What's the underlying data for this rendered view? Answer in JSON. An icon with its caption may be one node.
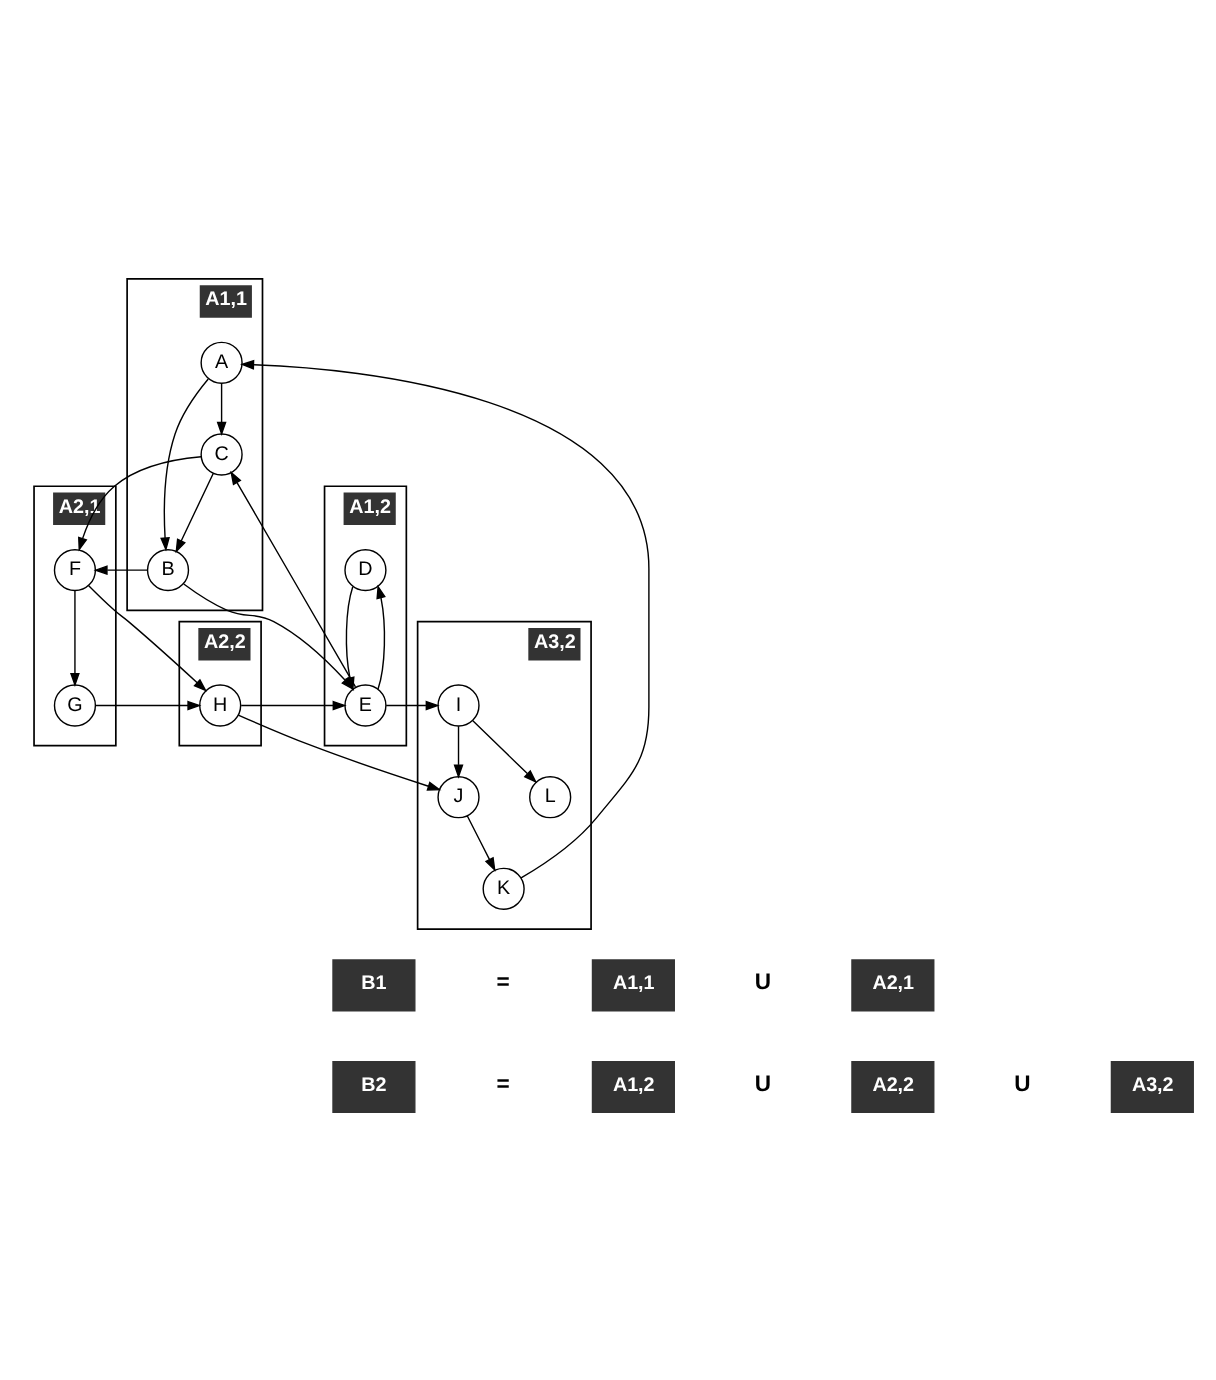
{
  "diagram": {
    "nodes": [
      {
        "text": [
          "A1,1"
        ]
      },
      {
        "text": [
          "A"
        ],
        "in": 0
      },
      {
        "text": [
          "B"
        ],
        "in": 0
      },
      {
        "text": [
          "C"
        ],
        "in": 0
      },
      {
        "text": [
          "A2,1"
        ]
      },
      {
        "text": [
          "F"
        ],
        "in": 4
      },
      {
        "text": [
          "G"
        ],
        "in": 4
      },
      {
        "text": [
          "A1,2"
        ]
      },
      {
        "text": [
          "D"
        ],
        "in": 7
      },
      {
        "text": [
          "E"
        ],
        "in": 7
      },
      {
        "text": [
          "A2,2"
        ]
      },
      {
        "text": [
          "H"
        ],
        "in": 10
      },
      {
        "text": [
          "A3,2"
        ]
      },
      {
        "text": [
          "I"
        ],
        "in": 12
      },
      {
        "text": [
          "J"
        ],
        "in": 12
      },
      {
        "text": [
          "K"
        ],
        "in": 12
      },
      {
        "text": [
          "L"
        ],
        "in": 12
      },
      {
        "text": [
          "B1"
        ]
      },
      {
        "text": [
          "A1,1"
        ]
      },
      {
        "text": [
          "A2,1"
        ]
      },
      {
        "text": [
          "B2"
        ]
      },
      {
        "text": [
          "A1,2"
        ]
      },
      {
        "text": [
          "A2,2"
        ]
      },
      {
        "text": [
          "A3,2"
        ]
      }
    ],
    "edges": [
      {
        "from": 1,
        "to": 2,
        "arrow": "to"
      },
      {
        "from": 1,
        "to": 3,
        "arrow": "to"
      },
      {
        "from": 3,
        "to": 2,
        "arrow": "to"
      },
      {
        "from": 2,
        "to": 5,
        "arrow": "to"
      },
      {
        "from": 3,
        "to": 5,
        "arrow": "to"
      },
      {
        "from": 2,
        "to": 9,
        "arrow": "to"
      },
      {
        "from": 9,
        "to": 3,
        "arrow": "to"
      },
      {
        "from": 9,
        "to": 8,
        "arrow": "to"
      },
      {
        "from": 8,
        "to": 9,
        "arrow": "to"
      },
      {
        "from": 5,
        "to": 6,
        "arrow": "to"
      },
      {
        "from": 5,
        "to": 11,
        "arrow": "to"
      },
      {
        "from": 6,
        "to": 11,
        "arrow": "to"
      },
      {
        "from": 11,
        "to": 9,
        "arrow": "to"
      },
      {
        "from": 9,
        "to": 13,
        "arrow": "to"
      },
      {
        "from": 11,
        "to": 14,
        "arrow": "to"
      },
      {
        "from": 13,
        "to": 14,
        "arrow": "to"
      },
      {
        "from": 13,
        "to": 16,
        "arrow": "to"
      },
      {
        "from": 14,
        "to": 15,
        "arrow": "to"
      },
      {
        "from": 15,
        "to": 1,
        "arrow": "to"
      }
    ],
    "labels": [
      "=",
      "U",
      "=",
      "U",
      "U"
    ]
  }
}
